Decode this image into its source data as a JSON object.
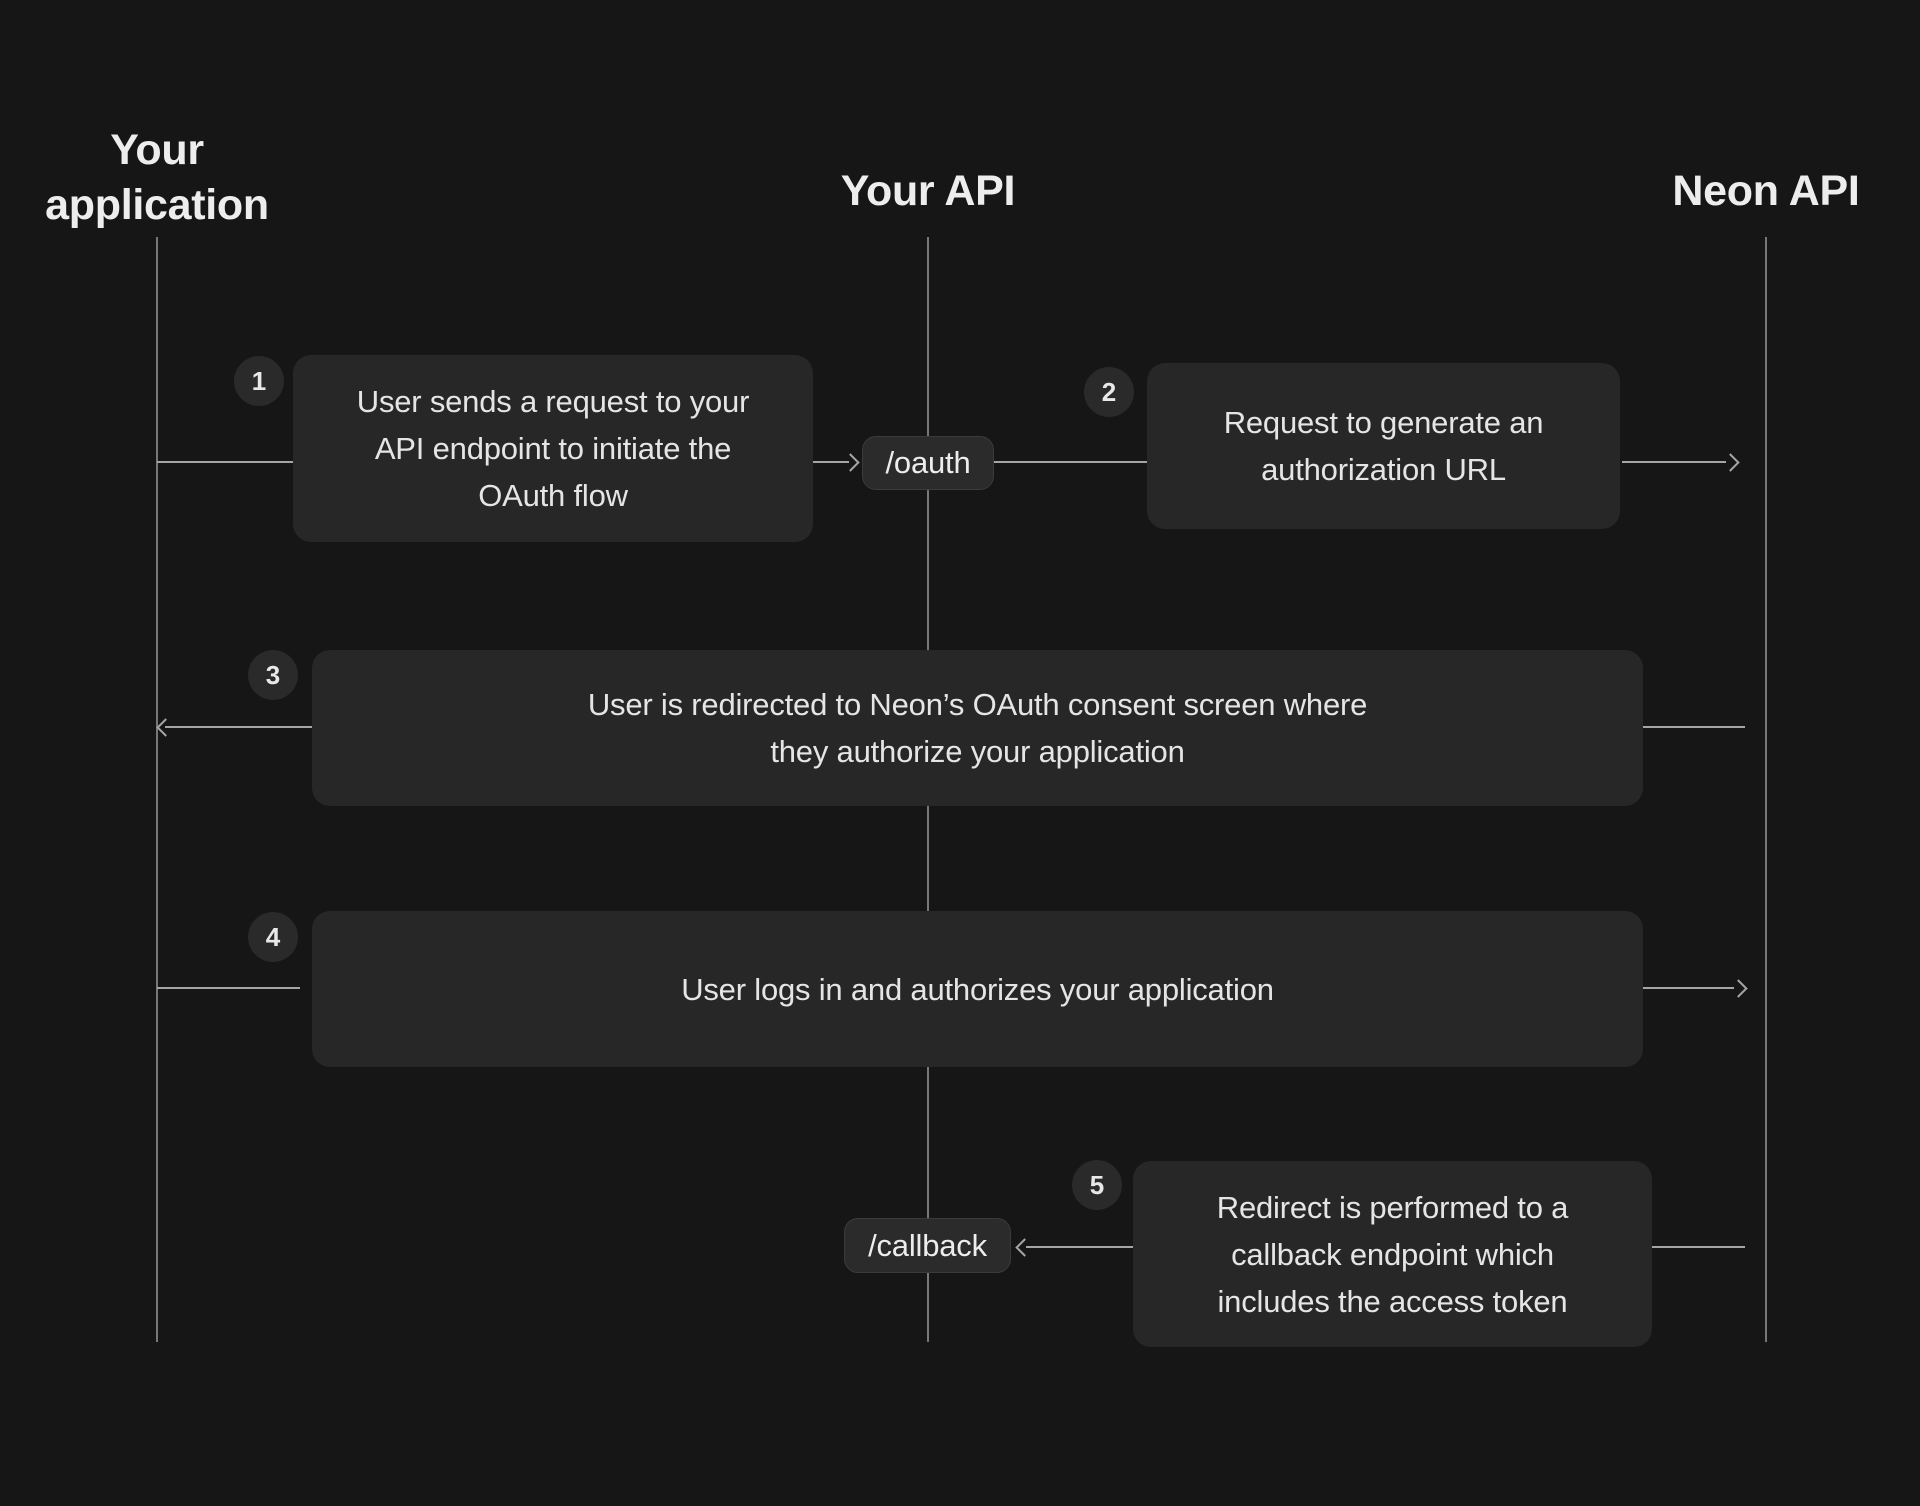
{
  "diagram": {
    "type": "sequence-diagram",
    "topic": "OAuth flow between your application, your API and the Neon API",
    "colors": {
      "background": "#161616",
      "surface": "#272727",
      "pill_surface": "#2b2b2b",
      "lifeline": "#777777",
      "arrow": "#a5a5a5",
      "heading_text": "#ededed",
      "body_text": "#e5e5e5"
    },
    "actors": [
      {
        "id": "your-application",
        "label": "Your application"
      },
      {
        "id": "your-api",
        "label": "Your API"
      },
      {
        "id": "neon-api",
        "label": "Neon API"
      }
    ],
    "endpoints": [
      {
        "id": "oauth",
        "label": "/oauth"
      },
      {
        "id": "callback",
        "label": "/callback"
      }
    ],
    "steps": [
      {
        "number": "1",
        "from": "your-application",
        "to": "your-api",
        "endpoint": "/oauth",
        "lines": [
          "User sends a request to your",
          "API endpoint to initiate the",
          "OAuth flow"
        ]
      },
      {
        "number": "2",
        "from": "your-api",
        "to": "neon-api",
        "lines": [
          "Request to generate an",
          "authorization URL"
        ]
      },
      {
        "number": "3",
        "from": "your-api",
        "to": "your-application",
        "lines": [
          "User is redirected to Neon’s OAuth consent screen where",
          "they authorize your application"
        ]
      },
      {
        "number": "4",
        "from": "your-application",
        "to": "neon-api",
        "lines": [
          "User logs in and authorizes your application"
        ]
      },
      {
        "number": "5",
        "from": "neon-api",
        "to": "your-api",
        "endpoint": "/callback",
        "lines": [
          "Redirect is performed to a",
          "callback endpoint which",
          "includes the access token"
        ]
      }
    ]
  }
}
